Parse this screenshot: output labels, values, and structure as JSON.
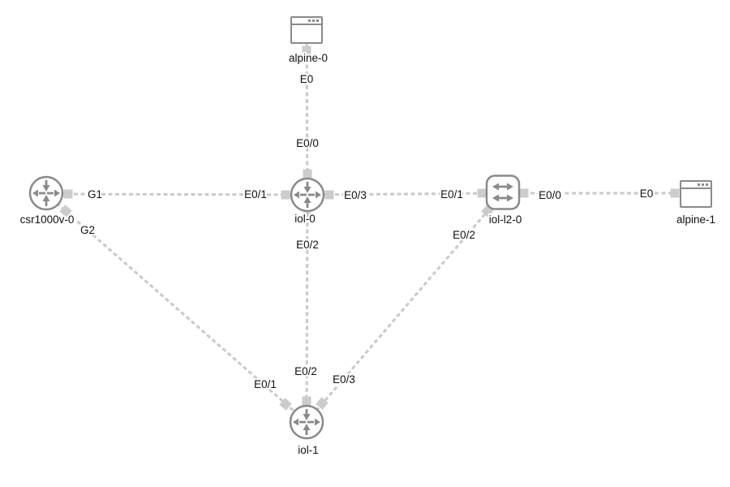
{
  "canvas": {
    "background": "#ffffff"
  },
  "colors": {
    "link_dash": "#c9c9c9",
    "node_stroke": "#8a8a8a",
    "connector": "#cccccc",
    "label_text": "#111111"
  },
  "nodes": [
    {
      "label": "alpine-0",
      "type": "terminal"
    },
    {
      "label": "csr1000v-0",
      "type": "router"
    },
    {
      "label": "iol-0",
      "type": "router"
    },
    {
      "label": "iol-l2-0",
      "type": "switch"
    },
    {
      "label": "alpine-1",
      "type": "terminal"
    },
    {
      "label": "iol-1",
      "type": "router"
    }
  ],
  "links": [
    {
      "a": "alpine-0",
      "a_if": "E0",
      "b": "iol-0",
      "b_if": "E0/0"
    },
    {
      "a": "csr1000v-0",
      "a_if": "G1",
      "b": "iol-0",
      "b_if": "E0/1"
    },
    {
      "a": "iol-0",
      "a_if": "E0/3",
      "b": "iol-l2-0",
      "b_if": "E0/1"
    },
    {
      "a": "iol-l2-0",
      "a_if": "E0/0",
      "b": "alpine-1",
      "b_if": "E0"
    },
    {
      "a": "csr1000v-0",
      "a_if": "G2",
      "b": "iol-1",
      "b_if": "E0/1"
    },
    {
      "a": "iol-0",
      "a_if": "E0/2",
      "b": "iol-1",
      "b_if": "E0/2"
    },
    {
      "a": "iol-l2-0",
      "a_if": "E0/2",
      "b": "iol-1",
      "b_if": "E0/3"
    }
  ]
}
